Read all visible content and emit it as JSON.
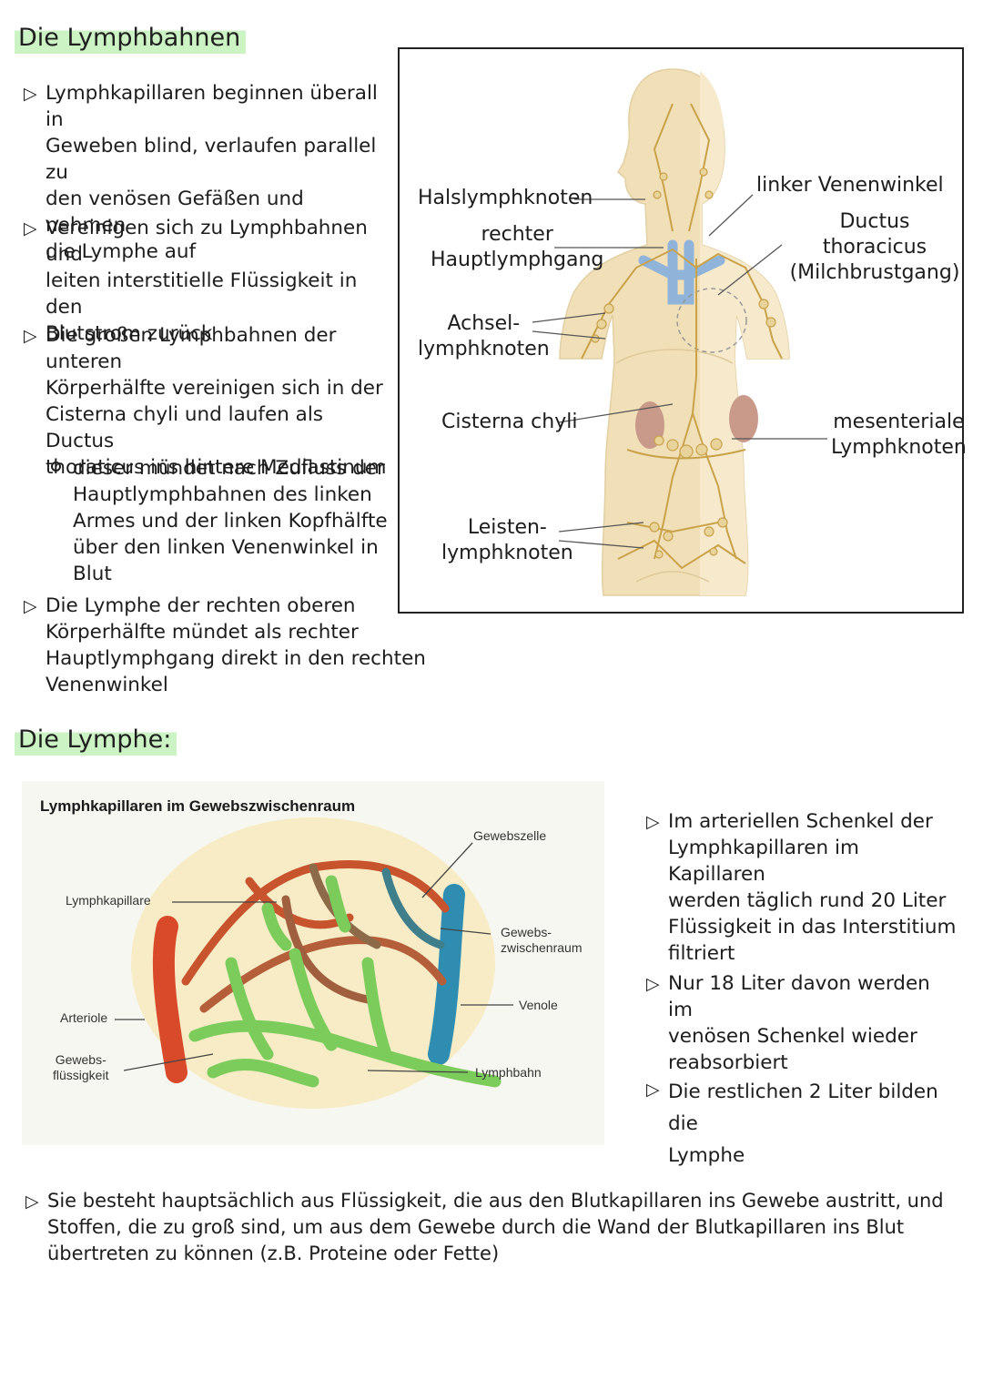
{
  "section1": {
    "title": "Die Lymphbahnen",
    "bullets": [
      "Lymphkapillaren beginnen überall in\nGeweben blind, verlaufen parallel zu\nden venösen Gefäßen und nehmen\ndie Lymphe auf",
      "Vereinigen sich zu Lymphbahnen und\nleiten interstitielle Flüssigkeit in den\nBlutstrom zurück",
      "Die großen Lymphbahnen der unteren\nKörperhälfte vereinigen sich in der\nCisterna chyli und laufen als Ductus\nthoraticus ins hintere Mediastinum"
    ],
    "subbullet": "dieser mündet nach Zufluss der\nHauptlymphbahnen des linken\nArmes und der linken Kopfhälfte\nüber den linken Venenwinkel in Blut",
    "last_bullet": "Die Lymphe der rechten oberen\nKörperhälfte mündet als rechter\nHauptlymphgang direkt in den rechten Venenwinkel"
  },
  "figure1": {
    "labels": {
      "halslymphknoten": "Halslymphknoten",
      "rechter_hauptlymphgang": "rechter\nHauptlymphgang",
      "achsel": "Achsel-\nlymphknoten",
      "cisterna": "Cisterna chyli",
      "leisten": "Leisten-\nlymphknoten",
      "linker_venenwinkel": "linker Venenwinkel",
      "ductus": "Ductus thoracicus\n(Milchbrustgang)",
      "mesenteriale": "mesenteriale\nLymphknoten"
    }
  },
  "section2": {
    "title": "Die Lymphe:",
    "right_bullets": [
      "Im arteriellen Schenkel der\nLymphkapillaren im Kapillaren\nwerden täglich rund 20 Liter\nFlüssigkeit in das Interstitium\nfiltriert",
      "Nur 18 Liter davon werden im\nvenösen Schenkel wieder\nreabsorbiert",
      "Die restlichen 2 Liter bilden die\nLymphe"
    ],
    "bottom_bullet": "Sie besteht hauptsächlich aus Flüssigkeit, die aus den Blutkapillaren ins Gewebe austritt, und\nStoffen, die zu groß sind, um aus dem Gewebe durch die Wand der Blutkapillaren ins Blut\nübertreten zu können (z.B. Proteine oder Fette)"
  },
  "figure2": {
    "title": "Lymphkapillaren im Gewebszwischenraum",
    "labels": {
      "gewebszelle": "Gewebszelle",
      "lymphkapillare": "Lymphkapillare",
      "gewebszwischenraum": "Gewebs-\nzwischenraum",
      "arteriole": "Arteriole",
      "venole": "Venole",
      "gewebsfluessigkeit": "Gewebs-\nflüssigkeit",
      "lymphbahn": "Lymphbahn"
    }
  }
}
